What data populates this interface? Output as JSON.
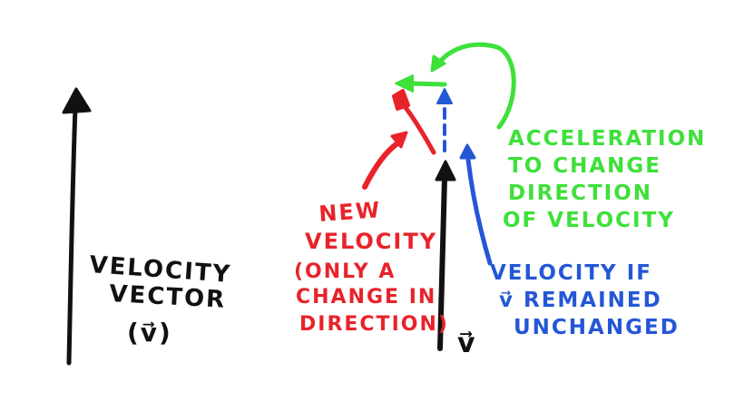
{
  "colors": {
    "ink": "#111111",
    "new_velocity": "#e8232a",
    "unchanged_velocity": "#2457d6",
    "acceleration": "#3ee03a"
  },
  "left_label": {
    "line1": "VELOCITY",
    "line2": "VECTOR",
    "line3": "(v⃗)"
  },
  "v_label": "v⃗",
  "new_velocity_label": {
    "line1": "NEW",
    "line2": "VELOCITY",
    "line3": "(ONLY A",
    "line4": "CHANGE IN",
    "line5": "DIRECTION)"
  },
  "unchanged_label": {
    "line1": "VELOCITY IF",
    "line2": "v⃗ REMAINED",
    "line3": "UNCHANGED"
  },
  "acceleration_label": {
    "line1": "ACCELERATION",
    "line2": "TO CHANGE",
    "line3": "DIRECTION",
    "line4": "OF VELOCITY"
  }
}
